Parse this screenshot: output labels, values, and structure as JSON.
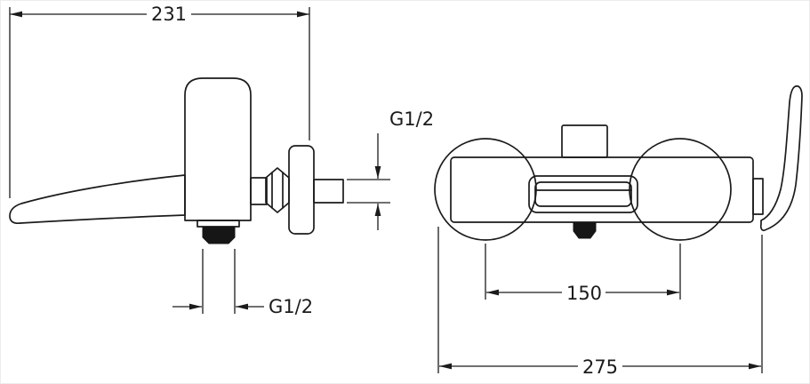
{
  "page": {
    "background": "#ffffff",
    "line_color": "#1b1b1b",
    "description": "Technical dimension drawing of wall-mounted waterfall bath mixer faucet, side view and front view"
  },
  "side_view": {
    "dim_length": "231",
    "dim_thread_wall": "G1/2",
    "dim_thread_bottom": "G1/2"
  },
  "front_view": {
    "dim_inlet_centers": "150",
    "dim_overall_width": "275"
  }
}
